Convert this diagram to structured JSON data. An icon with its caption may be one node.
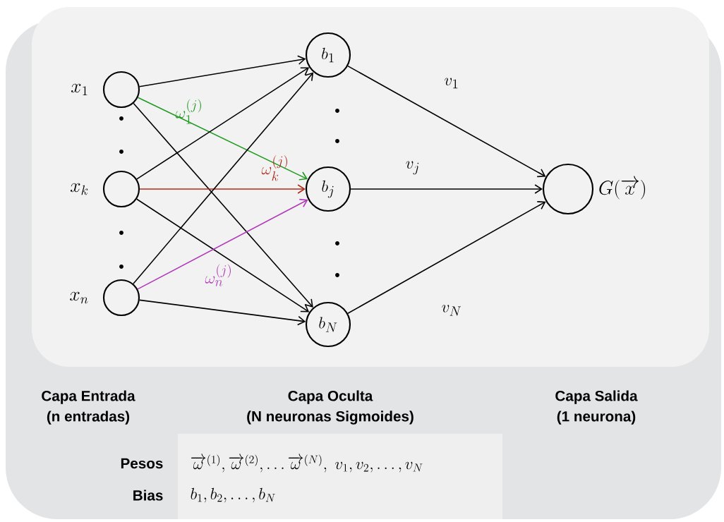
{
  "diagram": {
    "nodes": [
      {
        "text": [],
        "shape": "circle",
        "beside": [
          "x_1"
        ]
      },
      {
        "text": [],
        "shape": "circle",
        "beside": [
          "x_k"
        ]
      },
      {
        "text": [],
        "shape": "circle",
        "beside": [
          "x_n"
        ]
      },
      {
        "text": [
          "b_1"
        ]
      },
      {
        "text": [
          "b_j"
        ]
      },
      {
        "text": [
          "b_N"
        ]
      },
      {
        "text": [],
        "shape": "circle",
        "beside": [
          "G(\\overrightarrow{x})"
        ]
      }
    ],
    "edges": [
      {
        "from": 0,
        "to": 3,
        "arrow": "to"
      },
      {
        "from": 0,
        "to": 4,
        "arrow": "to",
        "color": "#1f9a1f",
        "label": "\\omega_1^{(j)}"
      },
      {
        "from": 0,
        "to": 5,
        "arrow": "to"
      },
      {
        "from": 1,
        "to": 3,
        "arrow": "to"
      },
      {
        "from": 1,
        "to": 4,
        "arrow": "to",
        "color": "#b02a1a",
        "label": "\\omega_k^{(j)}"
      },
      {
        "from": 1,
        "to": 5,
        "arrow": "to"
      },
      {
        "from": 2,
        "to": 3,
        "arrow": "to"
      },
      {
        "from": 2,
        "to": 4,
        "arrow": "to",
        "color": "#b03ab8",
        "label": "\\omega_n^{(j)}"
      },
      {
        "from": 2,
        "to": 5,
        "arrow": "to"
      },
      {
        "from": 3,
        "to": 6,
        "arrow": "to",
        "label": "v_1"
      },
      {
        "from": 4,
        "to": 6,
        "arrow": "to",
        "label": "v_j"
      },
      {
        "from": 5,
        "to": 6,
        "arrow": "to",
        "label": "v_N"
      }
    ],
    "labels": [
      "Capa Entrada",
      "(n entradas)",
      "Capa Oculta",
      "(N neuronas Sigmoides)",
      "Capa Salida",
      "(1 neurona)",
      "Pesos",
      "\\overrightarrow{\\omega}^{(1)}, \\overrightarrow{\\omega}^{(2)}, \\ldots \\overrightarrow{\\omega}^{(N)},\\ v_1, v_2, \\ldots, v_N",
      "Bias",
      "b_1, b_2, \\ldots, b_N"
    ]
  }
}
